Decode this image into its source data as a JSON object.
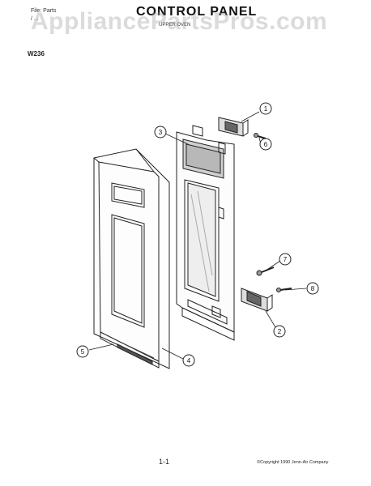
{
  "header": {
    "line1": "File: Parts",
    "line2": "/ ...",
    "title": "CONTROL PANEL",
    "subtitle": "UPPER OVEN",
    "model": "W236"
  },
  "watermark": "AppliancePartsPros.com",
  "footer": {
    "page": "1-1",
    "copyright": "©Copyright 1990 Jenn-Air Company"
  },
  "callouts": [
    "1",
    "2",
    "3",
    "4",
    "5",
    "6",
    "7",
    "8"
  ]
}
